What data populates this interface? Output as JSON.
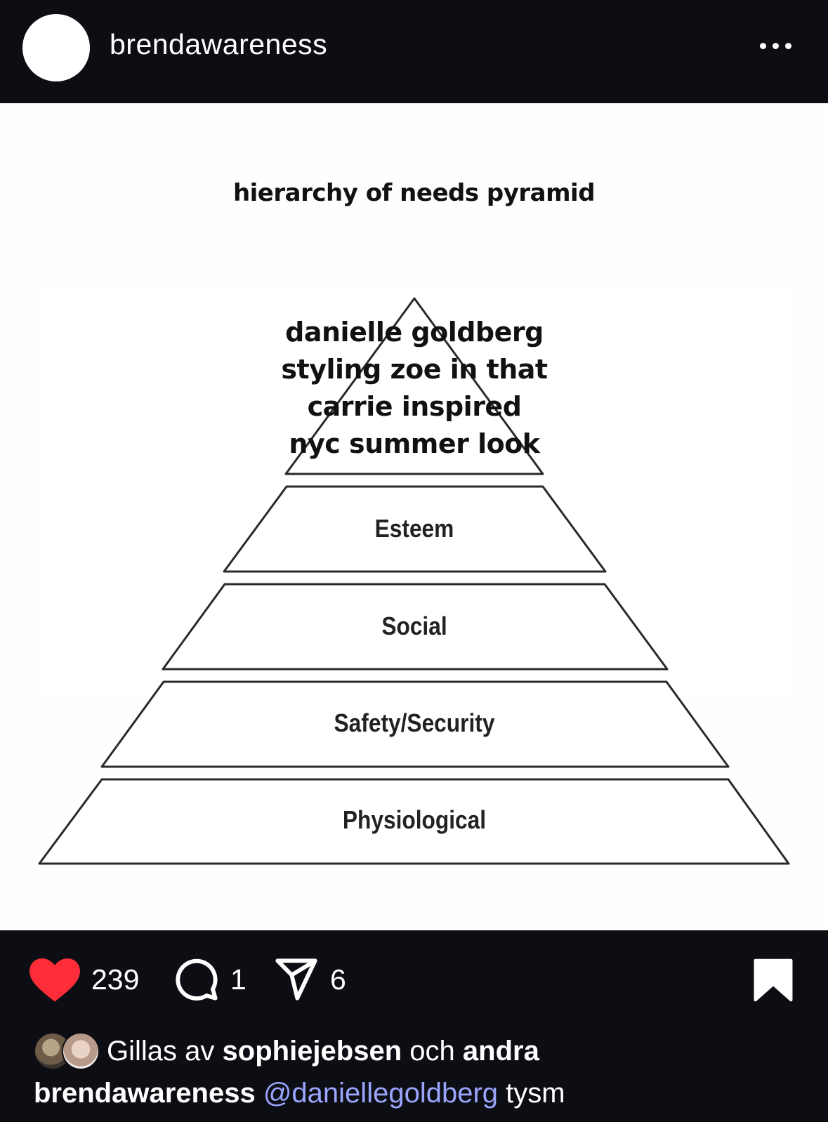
{
  "header": {
    "username": "brendawareness",
    "more_icon": "more-horizontal-icon"
  },
  "post": {
    "title": "hierarchy of needs pyramid",
    "apex_lines": [
      "danielle goldberg",
      "styling zoe in that",
      "carrie inspired",
      "nyc summer look"
    ],
    "levels": [
      "Esteem",
      "Social",
      "Safety/Security",
      "Physiological"
    ]
  },
  "actions": {
    "like_icon": "heart-filled-icon",
    "likes": "239",
    "comment_icon": "comment-bubble-icon",
    "comments": "1",
    "share_icon": "send-icon",
    "shares": "6",
    "save_icon": "bookmark-icon",
    "like_color": "#ff2d3a"
  },
  "liked_by": {
    "prefix": "Gillas av",
    "user": "sophiejebsen",
    "conjunction": "och",
    "others": "andra"
  },
  "caption": {
    "username": "brendawareness",
    "mention": "@daniellegoldberg",
    "text": "tysm"
  },
  "colors": {
    "background": "#0d0e13",
    "mention": "#9aa5ff"
  }
}
